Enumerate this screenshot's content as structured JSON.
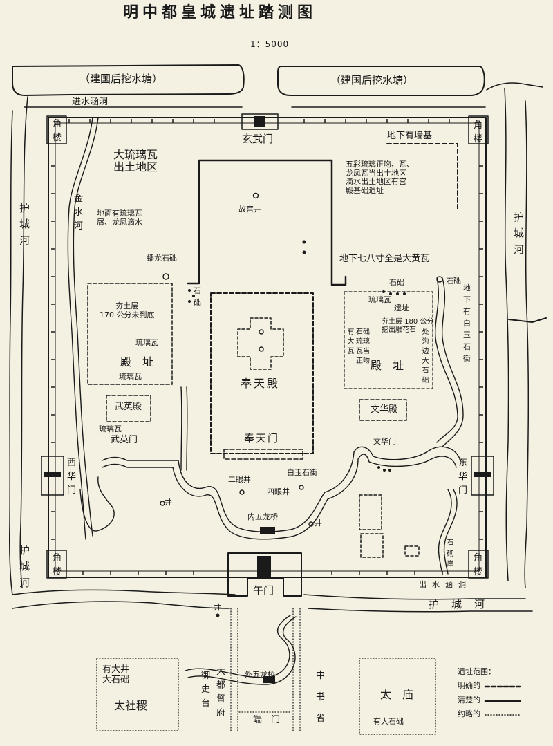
{
  "title": "明中都皇城遗址踏测图",
  "scale": "1：5000",
  "pond_left": "（建国后挖水塘）",
  "pond_right": "（建国后挖水塘）",
  "inlet": "进水涵洞",
  "corner_tower": "角楼",
  "xuanwu_gate": "玄武门",
  "underground_wall": "地下有墙基",
  "glazed_area": "大琉璃瓦\n出土地区",
  "colored_glazed": "五彩琉璃正吻、瓦、\n龙凤瓦当出土地区\n滴水出土地区有宫\n殿基础遗址",
  "palace_well": "故宫井",
  "ground_glazed": "地面有琉璃瓦\n屑、龙凤滴水",
  "yellow_tiles": "地下七八寸全是大黄瓦",
  "moat": "护城河",
  "golden_river": "金水河",
  "coiled_dragon_base": "蟠龙石础",
  "stone_base": "石础",
  "stone_base_2": "石础",
  "stone": "石",
  "base": "础",
  "white_jade_underground": "地下有白玉石街",
  "rammed_left": "夯土层\n170 公分未到底",
  "glazed_tile": "琉璃瓦",
  "palace_site": "殿　址",
  "fengtian_hall": "奉天殿",
  "fengtian_gate": "奉天门",
  "wuying_hall": "武英殿",
  "wuying_gate": "武英门",
  "west_hua_gate": "西华门",
  "east_hua_gate": "东华门",
  "wenhua_hall": "文华殿",
  "wenhua_gate": "文华门",
  "site": "遗址",
  "rammed_right": "夯土层 180 公分\n挖出雕花石",
  "right_glazed_col1": "有大瓦",
  "right_glazed_col2": "石础琉璃瓦当正吻",
  "right_glazed_col3": "处沟边大石础",
  "two_eye_well": "二眼井",
  "four_eye_well": "四眼井",
  "white_jade_street": "白玉石街",
  "well": "井",
  "inner_bridge": "内五龙桥",
  "stone_embankment": "石砌岸",
  "outlet": "出水涵洞",
  "wu_gate": "午门",
  "big_well": "有大井\n大石础",
  "altar": "太社稷",
  "censorate": "御史台",
  "military_office": "大都督府",
  "outer_bridge": "外五龙桥",
  "duan_gate": "端　门",
  "secretariat": "中书省",
  "temple": "太　庙",
  "temple_note": "有大石础",
  "legend": {
    "title": "遗址范围：",
    "clear": "明确的",
    "distinct": "清楚的",
    "approx": "约略的"
  }
}
